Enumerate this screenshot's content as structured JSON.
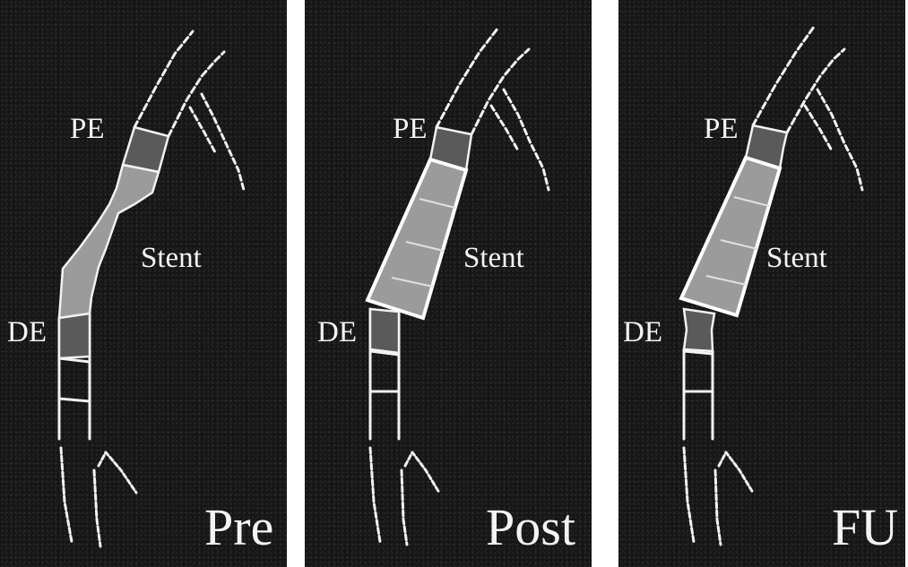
{
  "panels": [
    {
      "id": "pre",
      "title": "Pre",
      "labels": {
        "proximal": "PE",
        "stent": "Stent",
        "distal": "DE"
      }
    },
    {
      "id": "post",
      "title": "Post",
      "labels": {
        "proximal": "PE",
        "stent": "Stent",
        "distal": "DE"
      }
    },
    {
      "id": "fu",
      "title": "FU",
      "labels": {
        "proximal": "PE",
        "stent": "Stent",
        "distal": "DE"
      }
    }
  ],
  "colors": {
    "background": "#161616",
    "vessel_outline": "#f2f2f2",
    "edge_segment": "#5a5a5a",
    "stent_segment": "#9b9b9b"
  }
}
